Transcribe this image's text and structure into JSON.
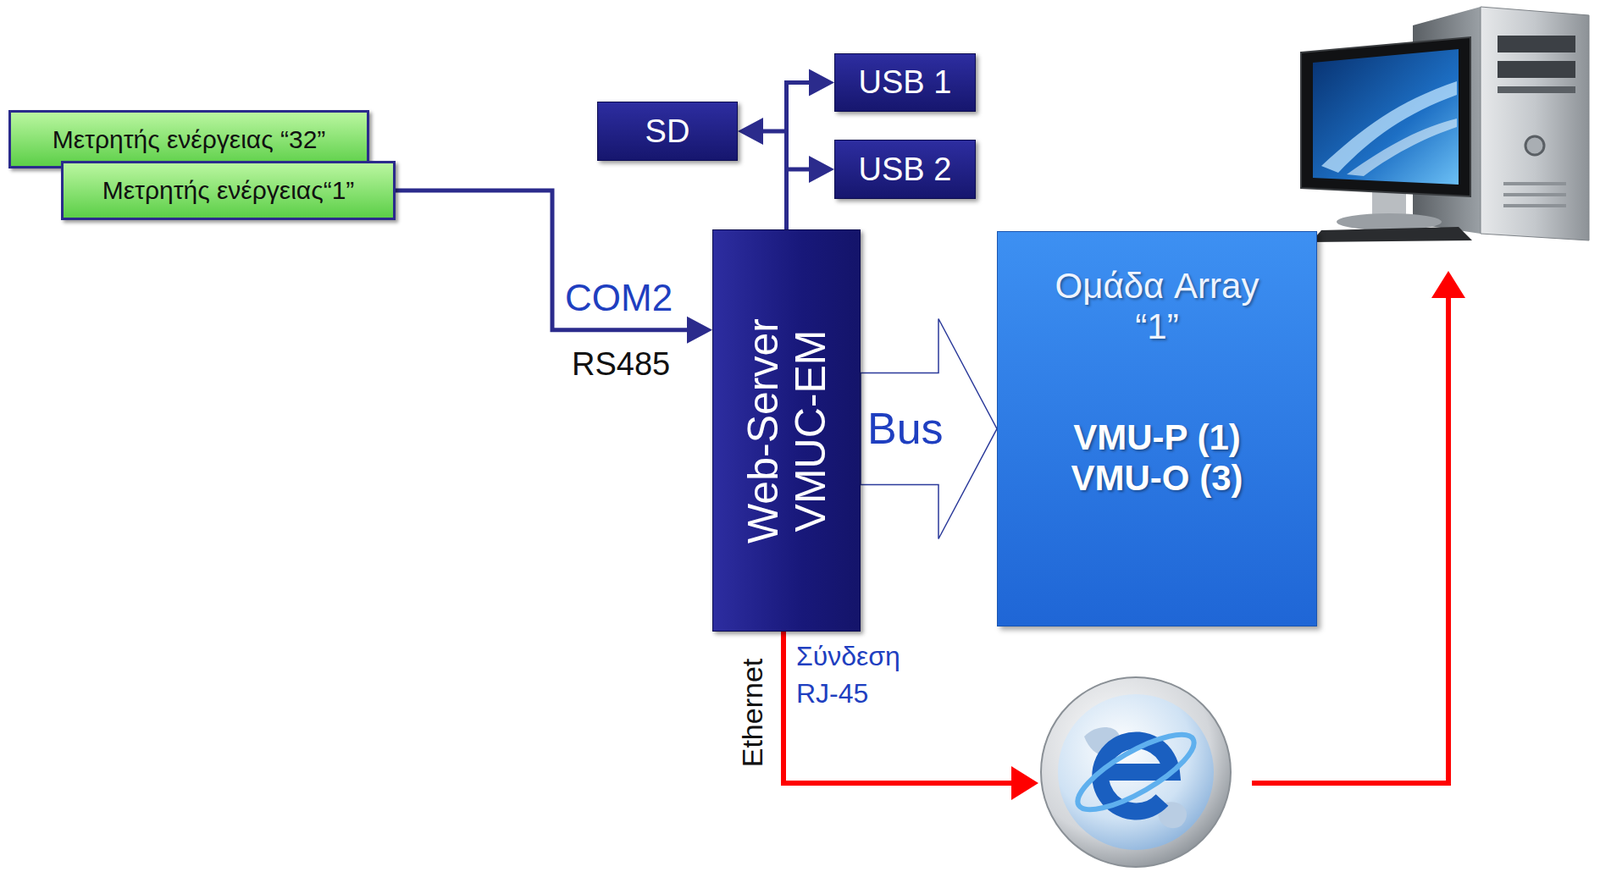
{
  "diagram": {
    "nodes": [
      {
        "text": [
          "Μετρητής ενέργειας “32”"
        ]
      },
      {
        "text": [
          "Μετρητής ενέργειας“1”"
        ]
      },
      {
        "text": [
          "SD"
        ]
      },
      {
        "text": [
          "USB 1"
        ]
      },
      {
        "text": [
          "USB 2"
        ]
      },
      {
        "text": [
          "Web-Server VMUC-EM"
        ]
      },
      {
        "text": [
          "Ομάδα Array “1”",
          "VMU-P (1) VMU-O (3)"
        ]
      }
    ],
    "edges": [
      {
        "from": 1,
        "to": 5,
        "arrow": "to"
      },
      {
        "from": 5,
        "to": 3,
        "arrow": "to"
      },
      {
        "from": 5,
        "to": 2,
        "arrow": "to"
      },
      {
        "from": 5,
        "to": 4,
        "arrow": "to"
      },
      {
        "from": 5,
        "to": 6,
        "label": "Bus",
        "arrow": "to"
      }
    ],
    "labels": [
      "COM2",
      "RS485",
      "Ethernet",
      "Σύνδεση",
      "RJ-45"
    ]
  }
}
